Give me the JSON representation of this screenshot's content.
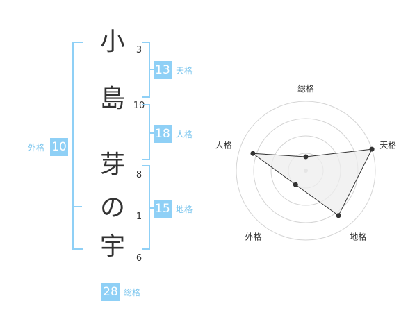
{
  "name_chars": [
    {
      "char": "小",
      "strokes": "3"
    },
    {
      "char": "島",
      "strokes": "10"
    },
    {
      "char": "芽",
      "strokes": "8"
    },
    {
      "char": "の",
      "strokes": "1"
    },
    {
      "char": "宇",
      "strokes": "6"
    }
  ],
  "kakusu": {
    "tenkaku": {
      "label": "天格",
      "value": "13"
    },
    "jinkaku": {
      "label": "人格",
      "value": "18"
    },
    "chikaku": {
      "label": "地格",
      "value": "15"
    },
    "gaikaku": {
      "label": "外格",
      "value": "10"
    },
    "soukaku": {
      "label": "総格",
      "value": "28"
    }
  },
  "colors": {
    "accent": "#8fd0f6",
    "accent_text": "#7cc6ee",
    "text": "#333333"
  },
  "chart_data": {
    "type": "radar",
    "axes": [
      "総格",
      "天格",
      "地格",
      "外格",
      "人格"
    ],
    "values": [
      0.2,
      1.0,
      0.8,
      0.25,
      0.8
    ],
    "grid_rings": 4
  }
}
